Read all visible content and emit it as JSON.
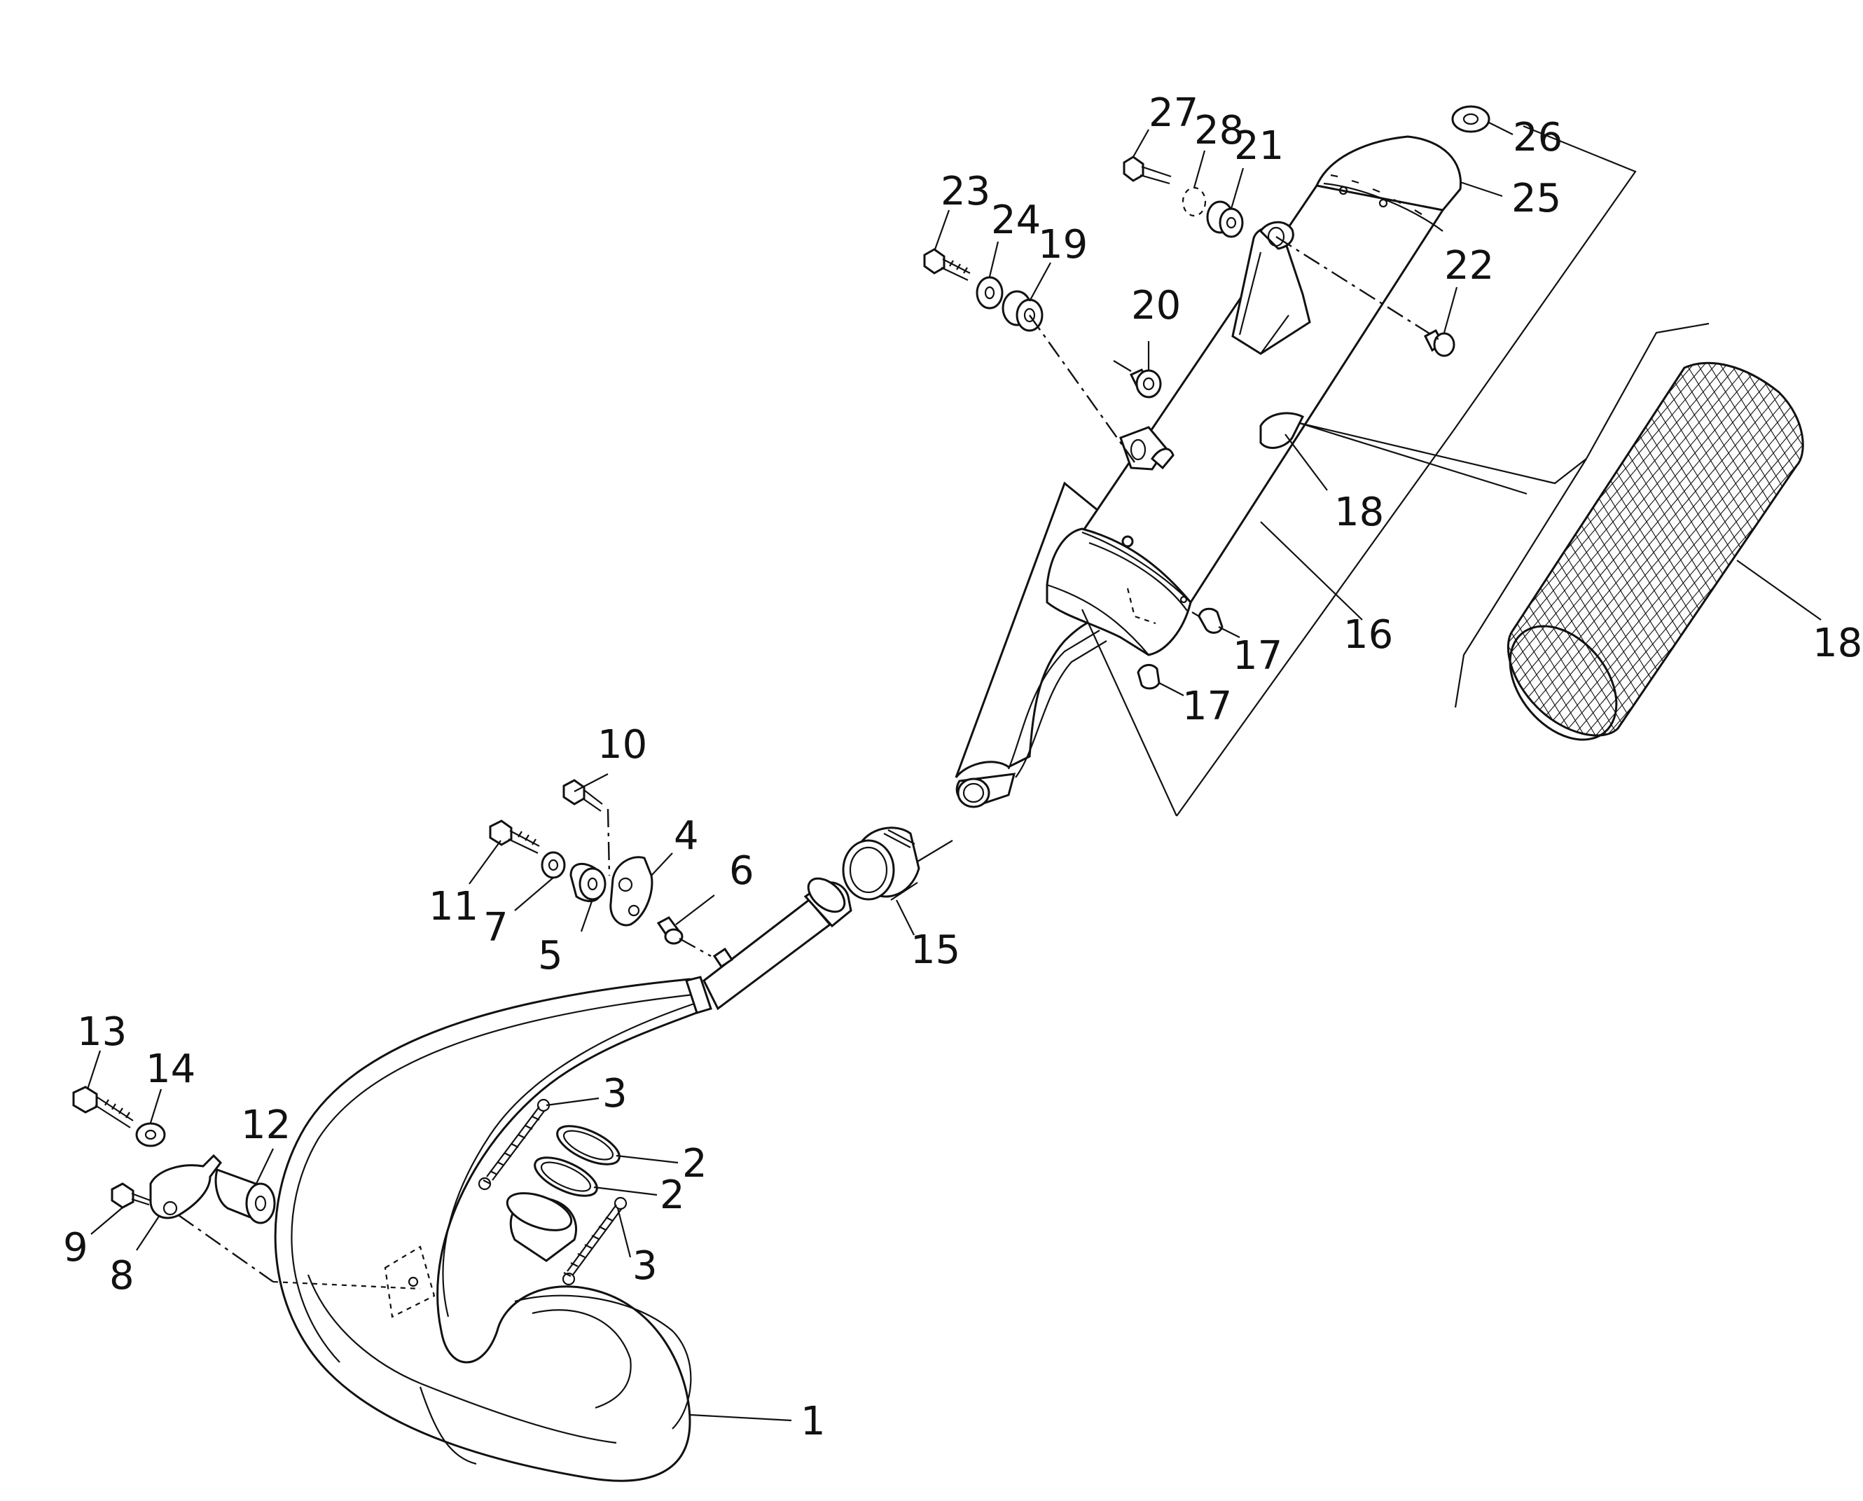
{
  "callouts": [
    {
      "key": "p1",
      "text": "1"
    },
    {
      "key": "p2a",
      "text": "2"
    },
    {
      "key": "p2b",
      "text": "2"
    },
    {
      "key": "p3a",
      "text": "3"
    },
    {
      "key": "p3b",
      "text": "3"
    },
    {
      "key": "p4",
      "text": "4"
    },
    {
      "key": "p5",
      "text": "5"
    },
    {
      "key": "p6",
      "text": "6"
    },
    {
      "key": "p7",
      "text": "7"
    },
    {
      "key": "p8",
      "text": "8"
    },
    {
      "key": "p9",
      "text": "9"
    },
    {
      "key": "p10",
      "text": "10"
    },
    {
      "key": "p11",
      "text": "11"
    },
    {
      "key": "p12",
      "text": "12"
    },
    {
      "key": "p13",
      "text": "13"
    },
    {
      "key": "p14",
      "text": "14"
    },
    {
      "key": "p15",
      "text": "15"
    },
    {
      "key": "p16",
      "text": "16"
    },
    {
      "key": "p17a",
      "text": "17"
    },
    {
      "key": "p17b",
      "text": "17"
    },
    {
      "key": "p18a",
      "text": "18"
    },
    {
      "key": "p18b",
      "text": "18"
    },
    {
      "key": "p19",
      "text": "19"
    },
    {
      "key": "p20",
      "text": "20"
    },
    {
      "key": "p21",
      "text": "21"
    },
    {
      "key": "p22",
      "text": "22"
    },
    {
      "key": "p23",
      "text": "23"
    },
    {
      "key": "p24",
      "text": "24"
    },
    {
      "key": "p25",
      "text": "25"
    },
    {
      "key": "p26",
      "text": "26"
    },
    {
      "key": "p27",
      "text": "27"
    },
    {
      "key": "p28",
      "text": "28"
    }
  ],
  "colors": {
    "line": "#111111",
    "background": "#ffffff"
  }
}
